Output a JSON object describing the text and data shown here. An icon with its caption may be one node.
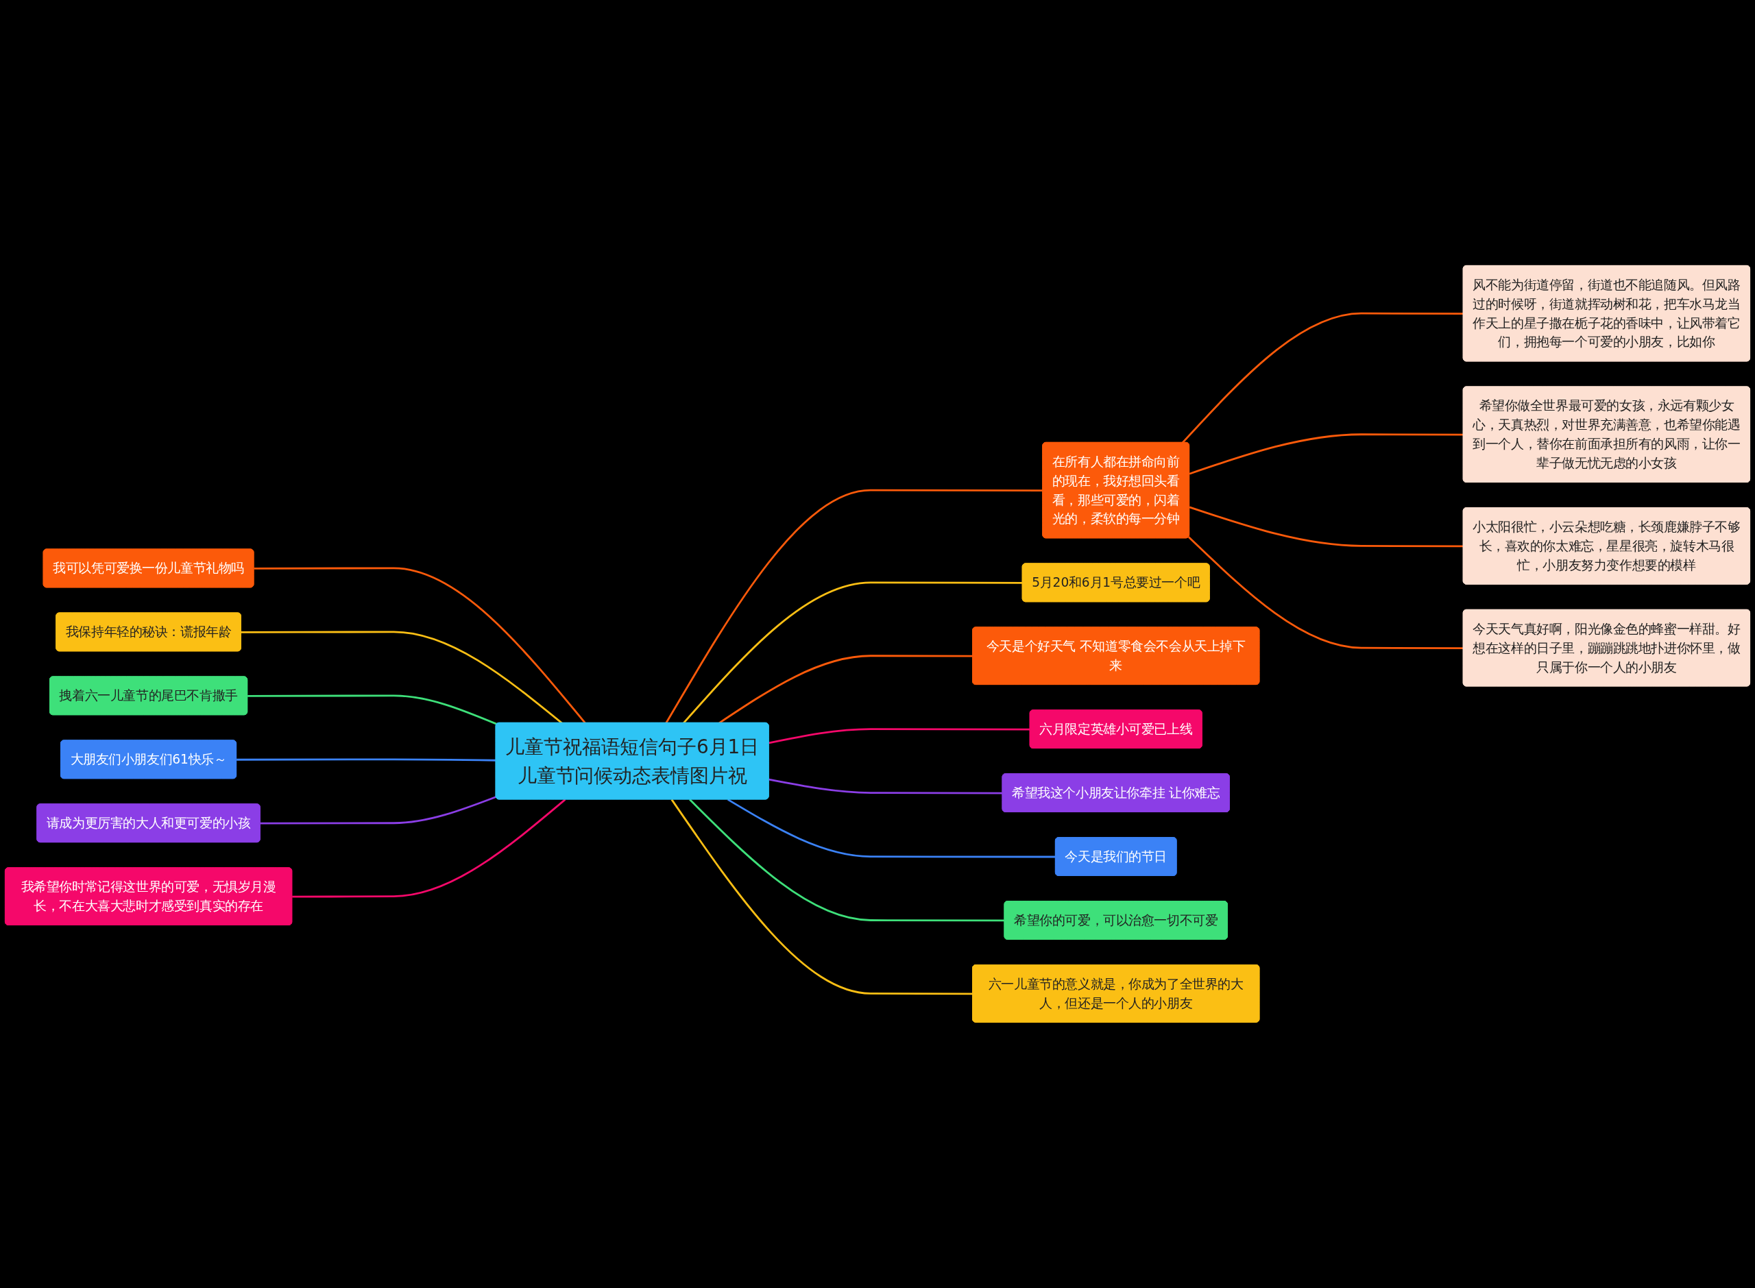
{
  "diagram": {
    "nodes": [
      {
        "text": [
          "儿童节祝福语短信句子6月1日儿童节问候动态表情图片祝"
        ]
      },
      {
        "text": [
          "我可以凭可爱换一份儿童节礼物吗"
        ]
      },
      {
        "text": [
          "我保持年轻的秘诀：谎报年龄"
        ]
      },
      {
        "text": [
          "拽着六一儿童节的尾巴不肯撒手"
        ]
      },
      {
        "text": [
          "大朋友们小朋友们61快乐～"
        ]
      },
      {
        "text": [
          "请成为更厉害的大人和更可爱的小孩"
        ]
      },
      {
        "text": [
          "我希望你时常记得这世界的可爱，无惧岁月漫长，不在大喜大悲时才感受到真实的存在"
        ]
      },
      {
        "text": [
          "在所有人都在拼命向前的现在，我好想回头看看，那些可爱的，闪着光的，柔软的每一分钟"
        ]
      },
      {
        "text": [
          "风不能为街道停留，街道也不能追随风。但风路过的时候呀，街道就挥动树和花，把车水马龙当作天上的星子撒在栀子花的香味中，让风带着它们，拥抱每一个可爱的小朋友，比如你"
        ]
      },
      {
        "text": [
          "希望你做全世界最可爱的女孩，永远有颗少女心，天真热烈，对世界充满善意，也希望你能遇到一个人，替你在前面承担所有的风雨，让你一辈子做无忧无虑的小女孩"
        ]
      },
      {
        "text": [
          "小太阳很忙，小云朵想吃糖，长颈鹿嫌脖子不够长，喜欢的你太难忘，星星很亮，旋转木马很忙，小朋友努力变作想要的模样"
        ]
      },
      {
        "text": [
          "今天天气真好啊，阳光像金色的蜂蜜一样甜。好想在这样的日子里，蹦蹦跳跳地扑进你怀里，做只属于你一个人的小朋友"
        ]
      },
      {
        "text": [
          "5月20和6月1号总要过一个吧"
        ]
      },
      {
        "text": [
          "今天是个好天气 不知道零食会不会从天上掉下来"
        ]
      },
      {
        "text": [
          "六月限定英雄小可爱已上线"
        ]
      },
      {
        "text": [
          "希望我这个小朋友让你牵挂 让你难忘"
        ]
      },
      {
        "text": [
          "今天是我们的节日"
        ]
      },
      {
        "text": [
          "希望你的可爱，可以治愈一切不可爱"
        ]
      },
      {
        "text": [
          "六一儿童节的意义就是，你成为了全世界的大人，但还是一个人的小朋友"
        ]
      }
    ],
    "edges": [
      {
        "from": 0,
        "to": 1,
        "arrow": "none",
        "color": "#fc5a0a"
      },
      {
        "from": 0,
        "to": 2,
        "arrow": "none",
        "color": "#fbbf14"
      },
      {
        "from": 0,
        "to": 3,
        "arrow": "none",
        "color": "#3ee07a"
      },
      {
        "from": 0,
        "to": 4,
        "arrow": "none",
        "color": "#3b82f6"
      },
      {
        "from": 0,
        "to": 5,
        "arrow": "none",
        "color": "#8b3ee6"
      },
      {
        "from": 0,
        "to": 6,
        "arrow": "none",
        "color": "#f5086a"
      },
      {
        "from": 0,
        "to": 7,
        "arrow": "none",
        "color": "#fc5a0a"
      },
      {
        "from": 7,
        "to": 8,
        "arrow": "none",
        "color": "#fc5a0a"
      },
      {
        "from": 7,
        "to": 9,
        "arrow": "none",
        "color": "#fc5a0a"
      },
      {
        "from": 7,
        "to": 10,
        "arrow": "none",
        "color": "#fc5a0a"
      },
      {
        "from": 7,
        "to": 11,
        "arrow": "none",
        "color": "#fc5a0a"
      },
      {
        "from": 0,
        "to": 12,
        "arrow": "none",
        "color": "#fbbf14"
      },
      {
        "from": 0,
        "to": 13,
        "arrow": "none",
        "color": "#fc5a0a"
      },
      {
        "from": 0,
        "to": 14,
        "arrow": "none",
        "color": "#f5086a"
      },
      {
        "from": 0,
        "to": 15,
        "arrow": "none",
        "color": "#8b3ee6"
      },
      {
        "from": 0,
        "to": 16,
        "arrow": "none",
        "color": "#3b82f6"
      },
      {
        "from": 0,
        "to": 17,
        "arrow": "none",
        "color": "#3ee07a"
      },
      {
        "from": 0,
        "to": 18,
        "arrow": "none",
        "color": "#fbbf14"
      }
    ]
  }
}
